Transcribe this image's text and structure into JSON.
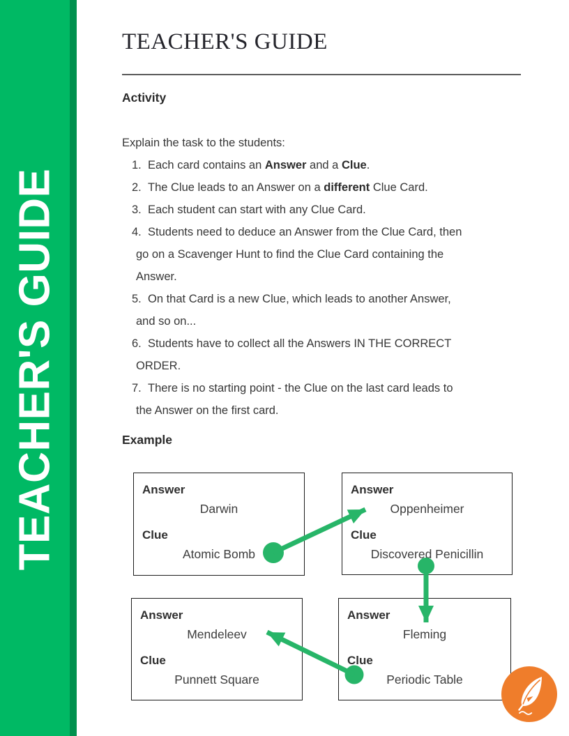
{
  "page_title": "TEACHER'S GUIDE",
  "sidebar": {
    "label": "TEACHER'S GUIDE"
  },
  "activity": {
    "heading": "Activity",
    "intro": "Explain the task to the students:",
    "steps": [
      {
        "marker": "1.",
        "segments": [
          {
            "text": "Each card contains an "
          },
          {
            "text": "Answer",
            "bold": true
          },
          {
            "text": " and a "
          },
          {
            "text": "Clue",
            "bold": true
          },
          {
            "text": "."
          }
        ]
      },
      {
        "marker": "2.",
        "segments": [
          {
            "text": "The Clue leads to an Answer on a "
          },
          {
            "text": "different",
            "bold": true
          },
          {
            "text": " Clue Card."
          }
        ]
      },
      {
        "marker": "3.",
        "segments": [
          {
            "text": "Each student can start with any Clue Card."
          }
        ]
      },
      {
        "marker": "4.",
        "segments": [
          {
            "text": "Students need to deduce an Answer from the Clue Card, then"
          },
          {
            "br": true
          },
          {
            "text": "go on a Scavenger Hunt to find the Clue Card containing the"
          },
          {
            "br": true
          },
          {
            "text": "Answer."
          }
        ]
      },
      {
        "marker": "5.",
        "segments": [
          {
            "text": "On that Card is a new Clue, which leads to another Answer,"
          },
          {
            "br": true
          },
          {
            "text": "and so on..."
          }
        ]
      },
      {
        "marker": "6.",
        "segments": [
          {
            "text": "Students have to collect all the Answers IN THE CORRECT"
          },
          {
            "br": true
          },
          {
            "text": "ORDER."
          }
        ]
      },
      {
        "marker": "7.",
        "segments": [
          {
            "text": "There is no starting point - the Clue on the last card leads to"
          },
          {
            "br": true
          },
          {
            "text": "the Answer on the first card."
          }
        ]
      }
    ]
  },
  "example": {
    "heading": "Example",
    "cards": [
      {
        "answer_label": "Answer",
        "answer": "Darwin",
        "clue_label": "Clue",
        "clue": "Atomic Bomb"
      },
      {
        "answer_label": "Answer",
        "answer": "Oppenheimer",
        "clue_label": "Clue",
        "clue": "Discovered Penicillin"
      },
      {
        "answer_label": "Answer",
        "answer": "Mendeleev",
        "clue_label": "Clue",
        "clue": "Punnett Square"
      },
      {
        "answer_label": "Answer",
        "answer": "Fleming",
        "clue_label": "Clue",
        "clue": "Periodic Table"
      }
    ],
    "connections": [
      {
        "from_clue": "Atomic Bomb",
        "to_answer": "Oppenheimer"
      },
      {
        "from_clue": "Discovered Penicillin",
        "to_answer": "Fleming"
      },
      {
        "from_clue": "Periodic Table",
        "to_answer": "Mendeleev"
      }
    ]
  },
  "logo": {
    "icon": "quill-feather-icon"
  },
  "colors": {
    "sidebar_green": "#00B964",
    "sidebar_edge_green": "#00914E",
    "arrow_green": "#27B568",
    "logo_orange": "#EF7D2B",
    "text_dark": "#2B2B2B",
    "text_body": "#363636",
    "card_border": "#1B1B1B"
  }
}
